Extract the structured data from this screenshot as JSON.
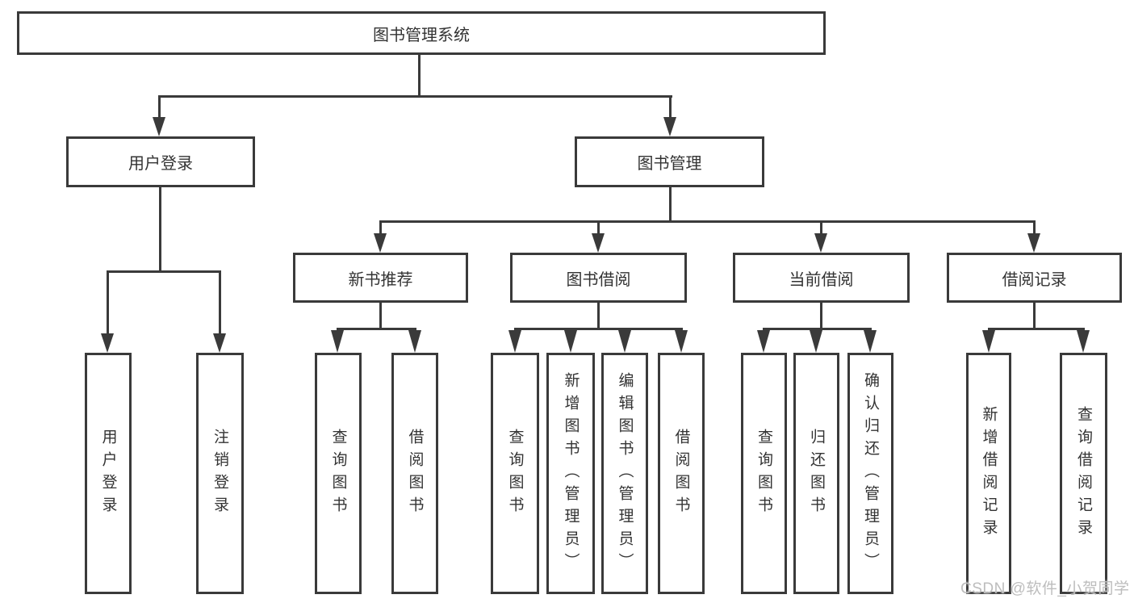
{
  "colors": {
    "line": "#3a3a3a",
    "text": "#333333",
    "watermark": "#bdbdbd",
    "bg": "#ffffff"
  },
  "root": {
    "label": "图书管理系统"
  },
  "level2": [
    {
      "label": "用户登录"
    },
    {
      "label": "图书管理"
    }
  ],
  "level3": [
    {
      "label": "新书推荐"
    },
    {
      "label": "图书借阅"
    },
    {
      "label": "当前借阅"
    },
    {
      "label": "借阅记录"
    }
  ],
  "leaves": {
    "user": [
      "用户登录",
      "注销登录"
    ],
    "newbook": [
      "查询图书",
      "借阅图书"
    ],
    "borrow": [
      "查询图书",
      "新增图书（管理员）",
      "编辑图书（管理员）",
      "借阅图书"
    ],
    "current": [
      "查询图书",
      "归还图书",
      "确认归还（管理员）"
    ],
    "record": [
      "新增借阅记录",
      "查询借阅记录"
    ]
  },
  "watermark": "CSDN @软件_小贺同学"
}
